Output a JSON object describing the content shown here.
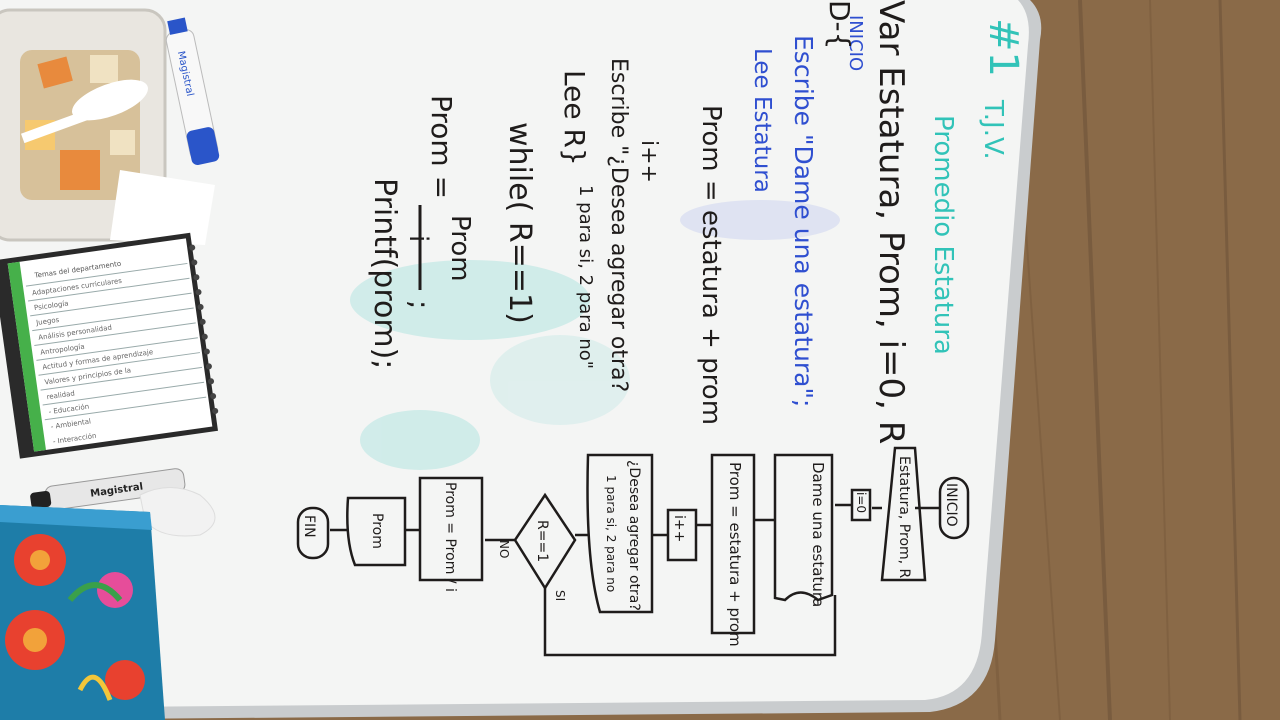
{
  "colors": {
    "wood": "#8a6a48",
    "wood_dark": "#6f5236",
    "board": "#f4f5f4",
    "board_frame": "#c9ccce",
    "ink_black": "#1f1c1b",
    "ink_blue": "#2f4fd0",
    "ink_teal": "#31c3b8",
    "teal_smudge": "#8fdcd6"
  },
  "heading": {
    "title": "#1",
    "initials": "T.J.V.",
    "subtitle": "Promedio Estatura"
  },
  "blue_text": {
    "inicio": "INICIO",
    "escribe": "Escribe \"Dame una estatura\";",
    "lee": "Lee Estatura",
    "var_prefix": "Var"
  },
  "pseudocode": {
    "declaration": "Var Estatura, Prom, i=0, R",
    "brace": "D-{",
    "prom_sum": "Prom = estatura + prom",
    "increment": "i++",
    "escribe_otra": "Escribe \"¿Desea agregar otra?",
    "options": "1 para si, 2 para no\"",
    "lee_r": "Lee R}",
    "while": "while( R==1)",
    "prom_div_num": "Prom",
    "prom_div_den": "i",
    "prom_div_lhs": "Prom =",
    "semicolon": ";",
    "printf": "Printf(prom);"
  },
  "flowchart": {
    "inicio": "INICIO",
    "vars": "Estatura, Prom, R",
    "i_init": "i=0",
    "dame": "Dame una estatura",
    "prom_sum": "Prom = estatura + prom",
    "inc": "i++",
    "pregunta": "¿Desea agregar otra?",
    "pregunta_2": "1 para si, 2 para no",
    "decision": "R==1",
    "si": "SI",
    "no": "NO",
    "prom_div": "Prom = Prom / i",
    "print": "Prom",
    "fin": "FIN"
  },
  "notebook": {
    "title": "Temas del departamento",
    "lines": [
      "Adaptaciones curriculares",
      "Psicología",
      "Juegos",
      "Análisis personalidad",
      "Antropología",
      "Actitud y formas de aprendizaje",
      "Valores y principios de la",
      "realidad",
      "- Educación",
      "- Ambiental",
      "- Interacción"
    ]
  },
  "marker_top": {
    "brand": "Magistral"
  },
  "marker_bottom": {
    "brand": "Magistral"
  }
}
